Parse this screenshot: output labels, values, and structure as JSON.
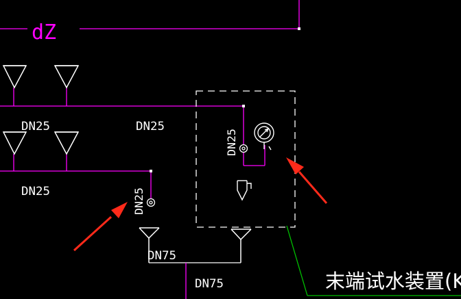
{
  "drawing": {
    "background_color": "#000000",
    "pipe_color": "#ff00ff",
    "symbol_color": "#ffffff",
    "annotation_color": "#ff2a1a",
    "leader_color": "#00c000"
  },
  "labels": {
    "dz": "dZ",
    "dn25_upper_left": "DN25",
    "dn25_upper_mid": "DN25",
    "dn25_lower_left": "DN25",
    "dn25_vertical_left": "DN25",
    "dn25_vertical_right": "DN25",
    "dn75_upper": "DN75",
    "dn75_lower": "DN75",
    "device_callout": "末端试水装置(K"
  },
  "icons": [
    "sprinkler-head-icon",
    "pressure-gauge-icon",
    "test-valve-icon",
    "drain-funnel-icon",
    "pipe-cap-icon",
    "red-arrow-icon"
  ]
}
